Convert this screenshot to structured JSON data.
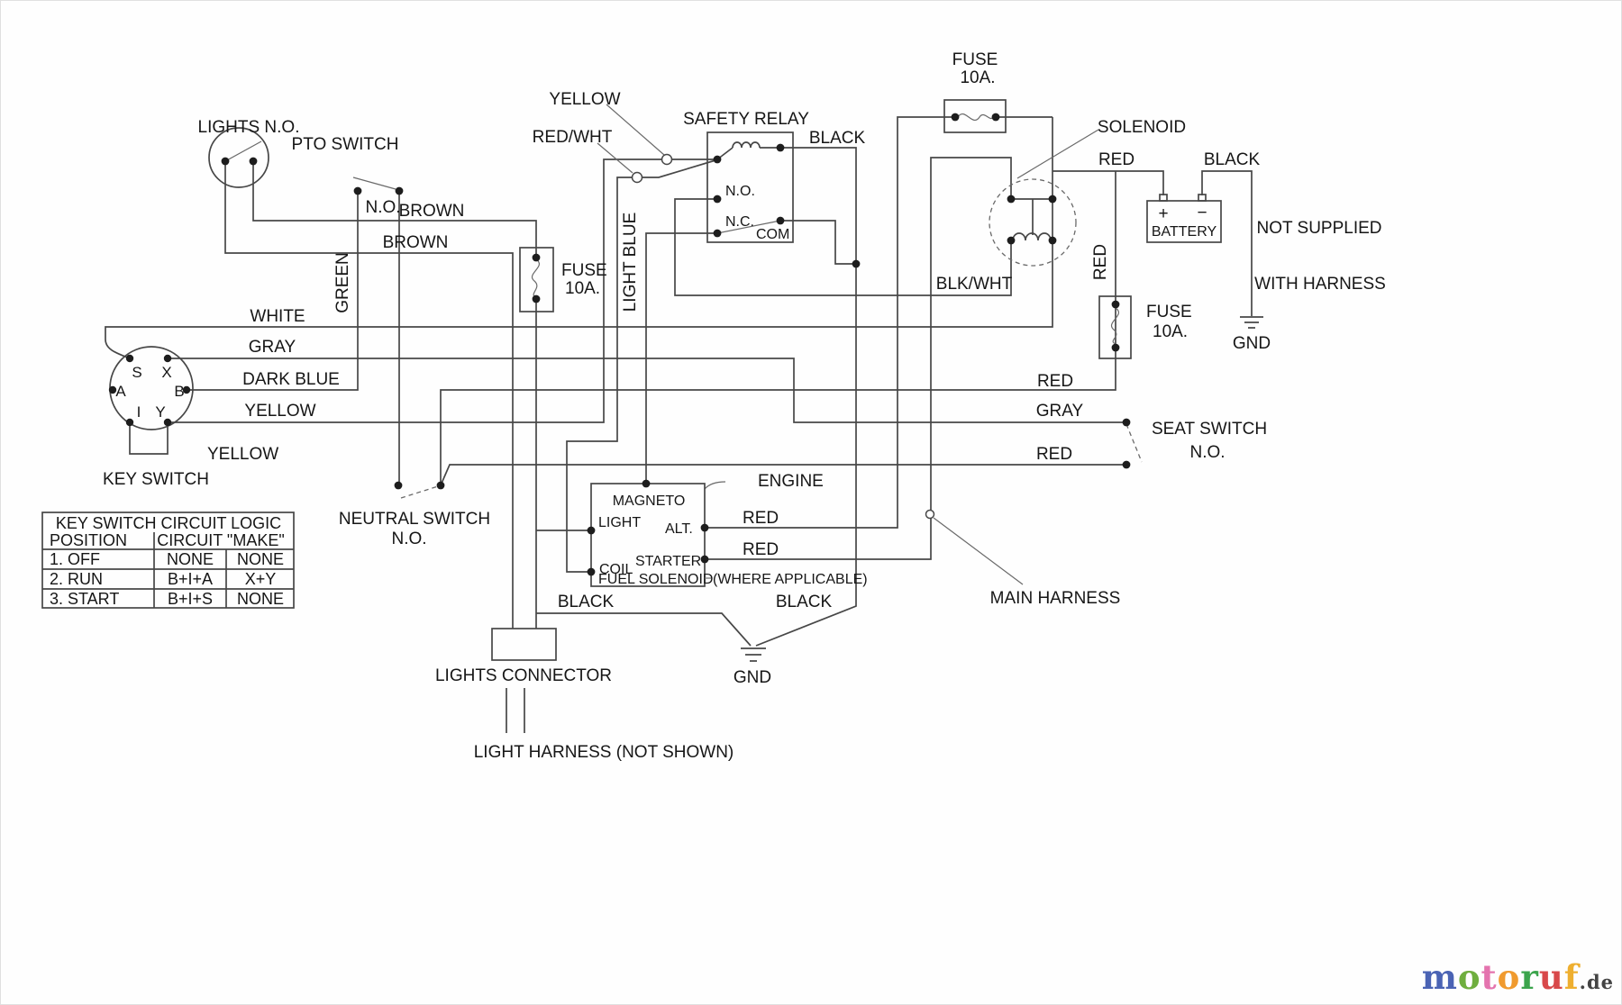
{
  "colors": {
    "line": "#474747",
    "text": "#161616"
  },
  "labels": {
    "lights_switch": "LIGHTS N.O.",
    "pto_switch": "PTO SWITCH",
    "pto_state": "N.O.",
    "wire_yellow_top": "YELLOW",
    "wire_red_wht": "RED/WHT",
    "safety_relay": "SAFETY RELAY",
    "relay_no": "N.O.",
    "relay_nc": "N.C.",
    "relay_com": "COM",
    "wire_black_relay": "BLACK",
    "fuse_top": "FUSE",
    "fuse_top_amps": "10A.",
    "solenoid": "SOLENOID",
    "wire_red_battery": "RED",
    "wire_black_battery": "BLACK",
    "battery": "BATTERY",
    "battery_plus": "+",
    "battery_minus": "−",
    "not_supplied_1": "NOT SUPPLIED",
    "not_supplied_2": "WITH HARNESS",
    "gnd_battery": "GND",
    "wire_brown_1": "BROWN",
    "wire_brown_2": "BROWN",
    "wire_green": "GREEN",
    "fuse_mid": "FUSE",
    "fuse_mid_amps": "10A.",
    "wire_light_blue": "LIGHT BLUE",
    "wire_blk_wht": "BLK/WHT",
    "wire_red_fuse": "RED",
    "fuse_right": "FUSE",
    "fuse_right_amps": "10A.",
    "wire_white": "WHITE",
    "wire_gray_left": "GRAY",
    "wire_dark_blue": "DARK BLUE",
    "wire_yellow_key": "YELLOW",
    "wire_red_right": "RED",
    "wire_gray_right": "GRAY",
    "wire_red_seat": "RED",
    "seat_switch": "SEAT SWITCH",
    "seat_state": "N.O.",
    "wire_yellow_loop": "YELLOW",
    "key_switch": "KEY SWITCH",
    "neutral_switch": "NEUTRAL SWITCH",
    "neutral_state": "N.O.",
    "engine": "ENGINE",
    "magneto": "MAGNETO",
    "light": "LIGHT",
    "alt": "ALT.",
    "coil": "COIL",
    "starter": "STARTER",
    "fuel_solenoid": "FUEL SOLENOID",
    "where_applicable": "(WHERE APPLICABLE)",
    "wire_red_alt": "RED",
    "wire_red_starter": "RED",
    "main_harness": "MAIN HARNESS",
    "wire_black_lights": "BLACK",
    "wire_black_engine": "BLACK",
    "gnd_engine": "GND",
    "lights_connector": "LIGHTS CONNECTOR",
    "light_harness": "LIGHT HARNESS (NOT SHOWN)"
  },
  "key_terminals": {
    "s": "S",
    "x": "X",
    "a": "A",
    "b": "B",
    "i": "I",
    "y": "Y"
  },
  "table": {
    "title": "KEY SWITCH CIRCUIT LOGIC",
    "col_position": "POSITION",
    "col_circuit": "CIRCUIT \"MAKE\"",
    "rows": [
      {
        "position": "1. OFF",
        "make_a": "NONE",
        "make_b": "NONE"
      },
      {
        "position": "2. RUN",
        "make_a": "B+I+A",
        "make_b": "X+Y"
      },
      {
        "position": "3. START",
        "make_a": "B+I+S",
        "make_b": "NONE"
      }
    ]
  },
  "watermark": {
    "tld": ".de",
    "letters": [
      {
        "ch": "m",
        "color": "#4a63b4"
      },
      {
        "ch": "o",
        "color": "#6fae3e"
      },
      {
        "ch": "t",
        "color": "#e473ae"
      },
      {
        "ch": "o",
        "color": "#f09a2e"
      },
      {
        "ch": "r",
        "color": "#3ba44c"
      },
      {
        "ch": "u",
        "color": "#d8484a"
      },
      {
        "ch": "f",
        "color": "#eeaf30"
      }
    ]
  }
}
